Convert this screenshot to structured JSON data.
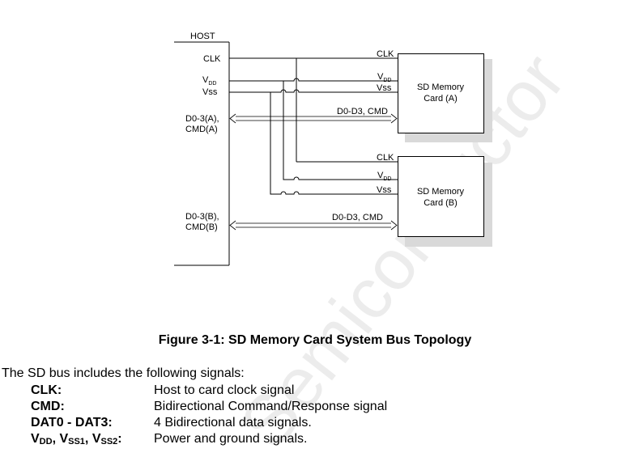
{
  "watermark": {
    "text": "Semiconductor",
    "color": "#ececec"
  },
  "diagram": {
    "host_label": "HOST",
    "host_pins": {
      "clk": "CLK",
      "vdd_main": "V",
      "vdd_sub": "DD",
      "vss": "Vss",
      "dat_a_line1": "D0-3(A),",
      "dat_a_line2": "CMD(A)",
      "dat_b_line1": "D0-3(B),",
      "dat_b_line2": "CMD(B)"
    },
    "bus_labels": {
      "clk_a": "CLK",
      "vdd_a_main": "V",
      "vdd_a_sub": "DD",
      "vss_a": "Vss",
      "data_a": "D0-D3, CMD",
      "clk_b": "CLK",
      "vdd_b_main": "V",
      "vdd_b_sub": "DD",
      "vss_b": "Vss",
      "data_b": "D0-D3, CMD"
    },
    "card_a": {
      "line1": "SD Memory",
      "line2": "Card (A)"
    },
    "card_b": {
      "line1": "SD Memory",
      "line2": "Card (B)"
    },
    "shadow_color": "#d9d9d9"
  },
  "caption": "Figure 3-1: SD Memory Card System Bus Topology",
  "intro": "The SD bus includes the following signals:",
  "signals": [
    {
      "name": "CLK:",
      "desc": "Host to card clock signal"
    },
    {
      "name": "CMD:",
      "desc": "Bidirectional Command/Response signal"
    },
    {
      "name": "DAT0 - DAT3:",
      "desc": "4 Bidirectional data signals."
    },
    {
      "desc": "Power and ground signals."
    }
  ],
  "power_signal": {
    "v1": "V",
    "s1": "DD",
    "sep1": ", ",
    "v2": "V",
    "s2": "SS1",
    "sep2": ", ",
    "v3": "V",
    "s3": "SS2",
    "colon": ":"
  }
}
